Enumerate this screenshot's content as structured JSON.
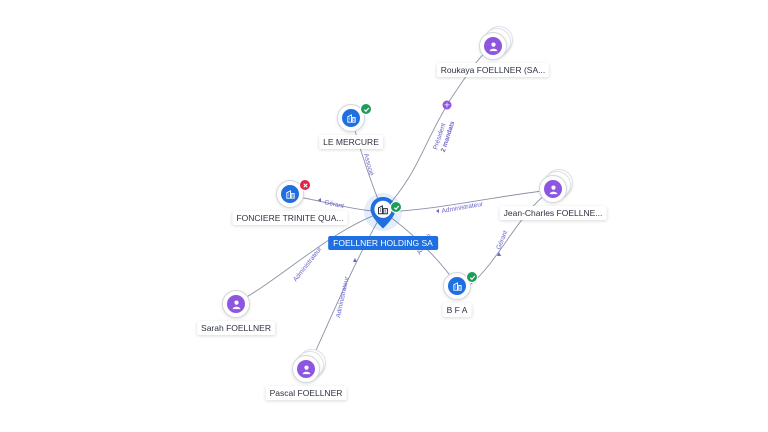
{
  "main_company": {
    "name": "FOELLNER HOLDING SA",
    "status": "active"
  },
  "nodes": [
    {
      "id": "roukaya",
      "label": "Roukaya FOELLNER (SA...",
      "kind": "person",
      "stacked": true
    },
    {
      "id": "mercure",
      "label": "LE MERCURE",
      "kind": "company",
      "status": "active"
    },
    {
      "id": "fonciere",
      "label": "FONCIERE TRINITE QUA...",
      "kind": "company",
      "status": "closed"
    },
    {
      "id": "jeancharles",
      "label": "Jean-Charles FOELLNE...",
      "kind": "person",
      "stacked": true
    },
    {
      "id": "bfa",
      "label": "B F A",
      "kind": "company",
      "status": "active"
    },
    {
      "id": "sarah",
      "label": "Sarah FOELLNER",
      "kind": "person",
      "stacked": false
    },
    {
      "id": "pascal",
      "label": "Pascal FOELLNER",
      "kind": "person",
      "stacked": true
    }
  ],
  "edges": [
    {
      "id": "e-roukaya",
      "label": "Président",
      "sublabel": "2 mandats",
      "marker": "+"
    },
    {
      "id": "e-mercure",
      "label": "Associé"
    },
    {
      "id": "e-fonciere",
      "label": "Gérant"
    },
    {
      "id": "e-jeancharles",
      "label": "Administrateur"
    },
    {
      "id": "e-bfa",
      "label": "Associé"
    },
    {
      "id": "e-jc-bfa",
      "label": "Gérant"
    },
    {
      "id": "e-sarah",
      "label": "Administrateur"
    },
    {
      "id": "e-pascal",
      "label": "Administrateur"
    }
  ],
  "colors": {
    "person": "#8e56e0",
    "company": "#1f6fe0",
    "active_badge": "#1a9e5a",
    "closed_badge": "#e0234a",
    "edge_label": "#6a63c8",
    "edge_line": "#8a93a6"
  },
  "icons": {
    "person": "person-icon",
    "company": "building-icon",
    "active": "check-icon",
    "closed": "cross-icon"
  }
}
